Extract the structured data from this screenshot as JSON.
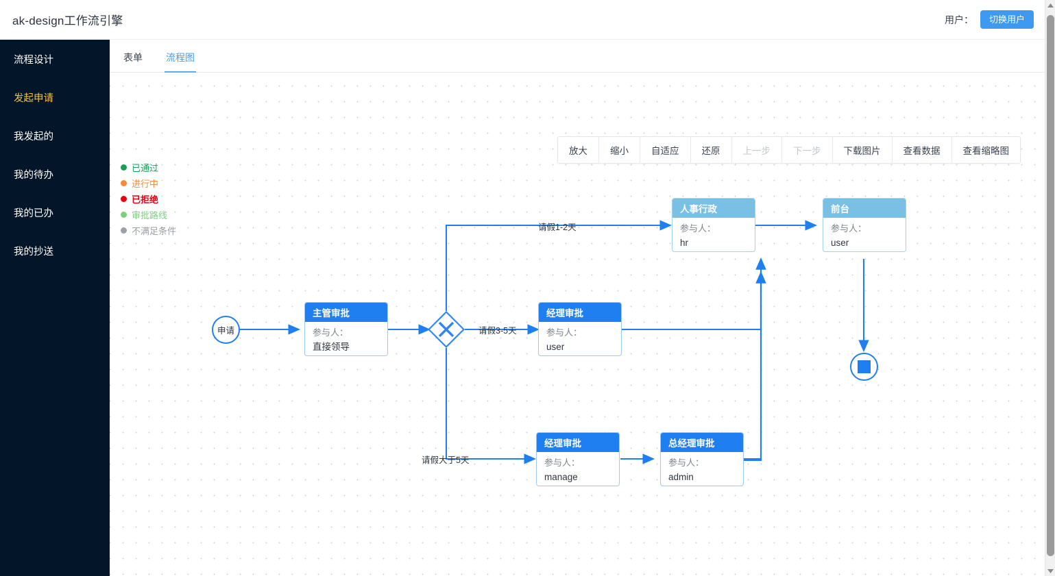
{
  "header": {
    "app_title": "ak-design工作流引擎",
    "user_label": "用户：",
    "switch_user_button": "切换用户"
  },
  "sidebar": {
    "items": [
      {
        "label": "流程设计",
        "active": false
      },
      {
        "label": "发起申请",
        "active": true
      },
      {
        "label": "我发起的",
        "active": false
      },
      {
        "label": "我的待办",
        "active": false
      },
      {
        "label": "我的已办",
        "active": false
      },
      {
        "label": "我的抄送",
        "active": false
      }
    ]
  },
  "tabs": [
    {
      "label": "表单",
      "active": false
    },
    {
      "label": "流程图",
      "active": true
    }
  ],
  "toolbar": {
    "buttons": [
      {
        "label": "放大",
        "disabled": false
      },
      {
        "label": "缩小",
        "disabled": false
      },
      {
        "label": "自适应",
        "disabled": false
      },
      {
        "label": "还原",
        "disabled": false
      },
      {
        "label": "上一步",
        "disabled": true
      },
      {
        "label": "下一步",
        "disabled": true
      },
      {
        "label": "下载图片",
        "disabled": false
      },
      {
        "label": "查看数据",
        "disabled": false
      },
      {
        "label": "查看缩略图",
        "disabled": false
      }
    ]
  },
  "legend": [
    {
      "label": "已通过",
      "color": "#18a058"
    },
    {
      "label": "进行中",
      "color": "#f58a35"
    },
    {
      "label": "已拒绝",
      "color": "#e60012"
    },
    {
      "label": "审批路线",
      "color": "#7ed07e"
    },
    {
      "label": "不满足条件",
      "color": "#9aa0a6"
    }
  ],
  "flow": {
    "start": {
      "label": "申请"
    },
    "gateway": {
      "type": "exclusive",
      "symbol": "X"
    },
    "nodes": [
      {
        "id": "n1",
        "title": "主管审批",
        "participant_label": "参与人：",
        "participant": "直接领导",
        "header_color": "#1f7ff0"
      },
      {
        "id": "n2",
        "title": "人事行政",
        "participant_label": "参与人：",
        "participant": "hr",
        "header_color": "#7ac0e5"
      },
      {
        "id": "n3",
        "title": "前台",
        "participant_label": "参与人：",
        "participant": "user",
        "header_color": "#7ac0e5"
      },
      {
        "id": "n4",
        "title": "经理审批",
        "participant_label": "参与人：",
        "participant": "user",
        "header_color": "#1f7ff0"
      },
      {
        "id": "n5",
        "title": "经理审批",
        "participant_label": "参与人：",
        "participant": "manage",
        "header_color": "#1f7ff0"
      },
      {
        "id": "n6",
        "title": "总经理审批",
        "participant_label": "参与人：",
        "participant": "admin",
        "header_color": "#1f7ff0"
      }
    ],
    "edge_labels": [
      {
        "id": "e1",
        "label": "请假1-2天"
      },
      {
        "id": "e2",
        "label": "请假3-5天"
      },
      {
        "id": "e3",
        "label": "请假大于5天"
      }
    ],
    "end": {
      "shape": "circle-square"
    }
  },
  "colors": {
    "accent": "#1f7ff0",
    "sidebar_bg": "#031528",
    "active_menu": "#f2c14b",
    "light_node": "#7ac0e5"
  }
}
